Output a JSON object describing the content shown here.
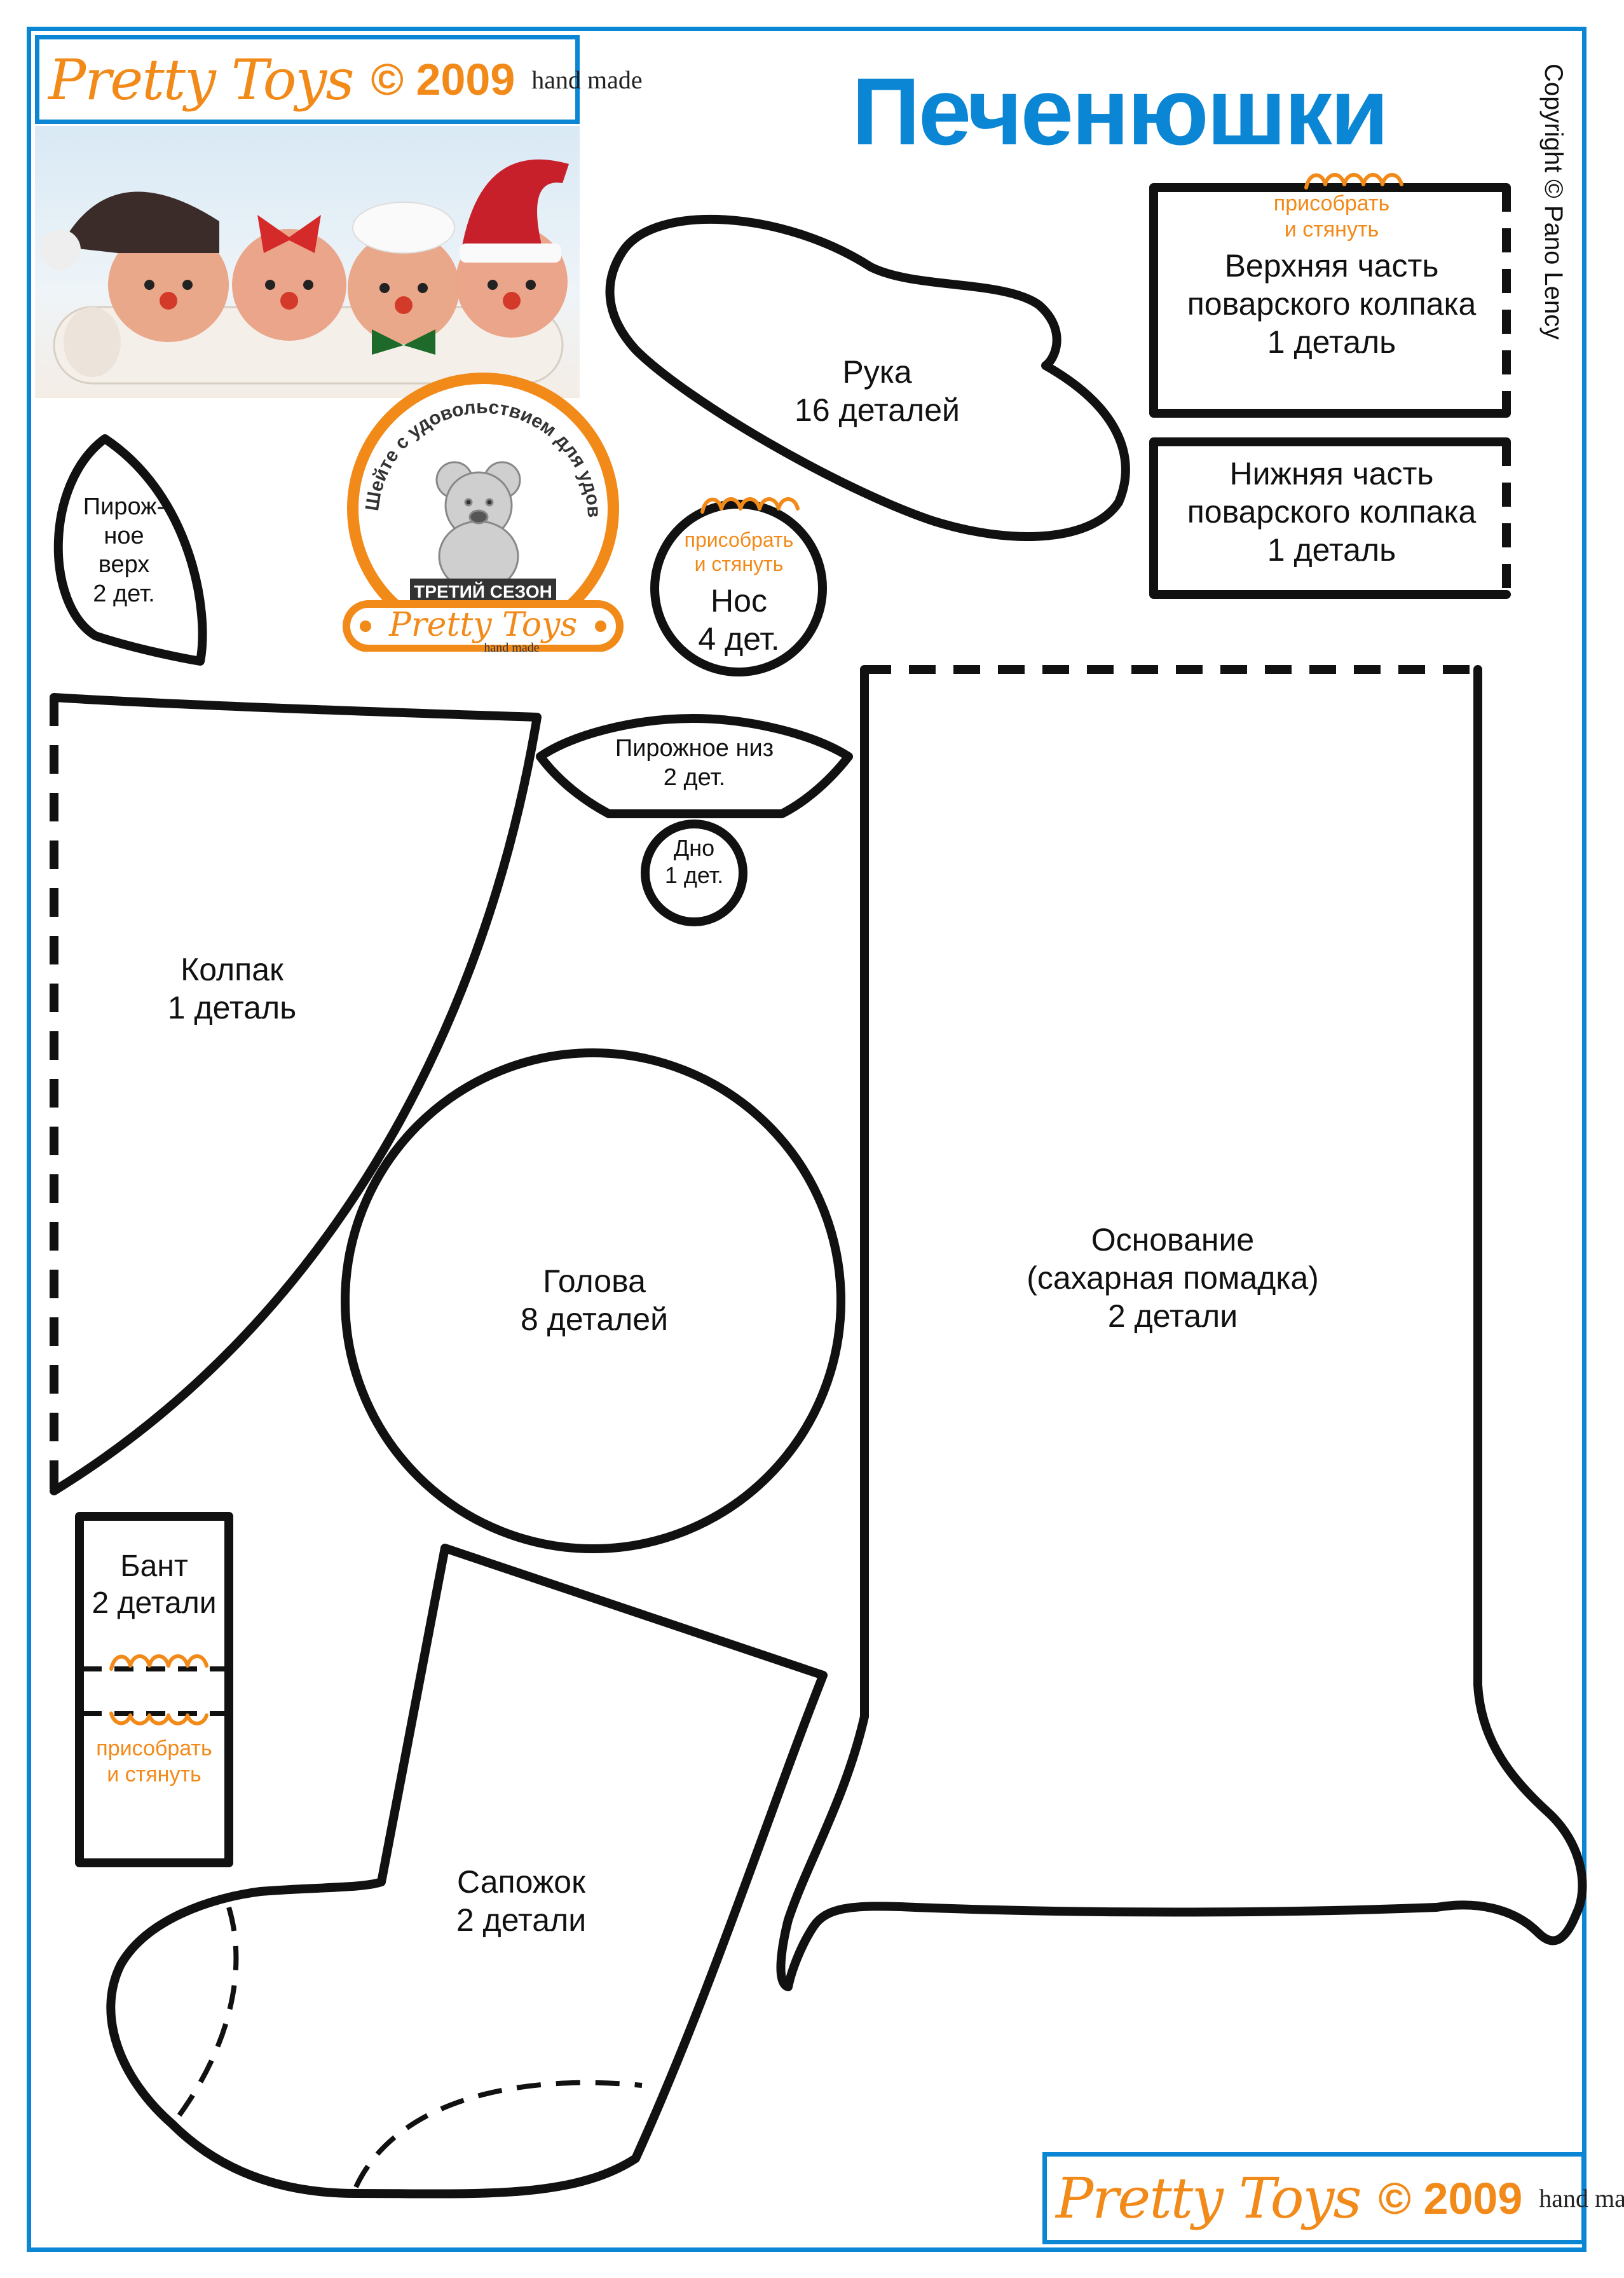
{
  "header": {
    "brand": "Pretty Toys",
    "year": "© 2009",
    "hand_made": "hand made",
    "title": "Печенюшки",
    "copyright": "Copyright © Pano Lency"
  },
  "footer": {
    "brand": "Pretty Toys",
    "year": "© 2009",
    "hand_made": "hand made"
  },
  "stamp": {
    "arc_text": "Шейте с удовольствием для удовольствия!!!",
    "season": "ТРЕТИЙ СЕЗОН",
    "brand": "Pretty Toys",
    "hand_made": "hand made"
  },
  "gather_note": {
    "line1": "присобрать",
    "line2": "и стянуть"
  },
  "pieces": {
    "hand": {
      "name": "Рука",
      "count": "16 деталей"
    },
    "hat_top": {
      "line1": "Верхняя часть",
      "line2": "поварского колпака",
      "count": "1 деталь"
    },
    "hat_bottom": {
      "line1": "Нижняя часть",
      "line2": "поварского колпака",
      "count": "1 деталь"
    },
    "cake_top": {
      "line1": "Пирож-",
      "line2": "ное",
      "line3": "верх",
      "count": "2 дет."
    },
    "nose": {
      "name": "Нос",
      "count": "4 дет."
    },
    "cake_bottom": {
      "name": "Пирожное низ",
      "count": "2 дет."
    },
    "base_disk": {
      "name": "Дно",
      "count": "1 дет."
    },
    "cap": {
      "name": "Колпак",
      "count": "1 деталь"
    },
    "head": {
      "name": "Голова",
      "count": "8 деталей"
    },
    "body": {
      "line1": "Основание",
      "line2": "(сахарная помадка)",
      "count": "2 детали"
    },
    "bow": {
      "name": "Бант",
      "count": "2 детали"
    },
    "boot": {
      "name": "Сапожок",
      "count": "2 детали"
    }
  },
  "colors": {
    "frame": "#0a86d4",
    "accent": "#f28a1a",
    "outline": "#111111"
  }
}
